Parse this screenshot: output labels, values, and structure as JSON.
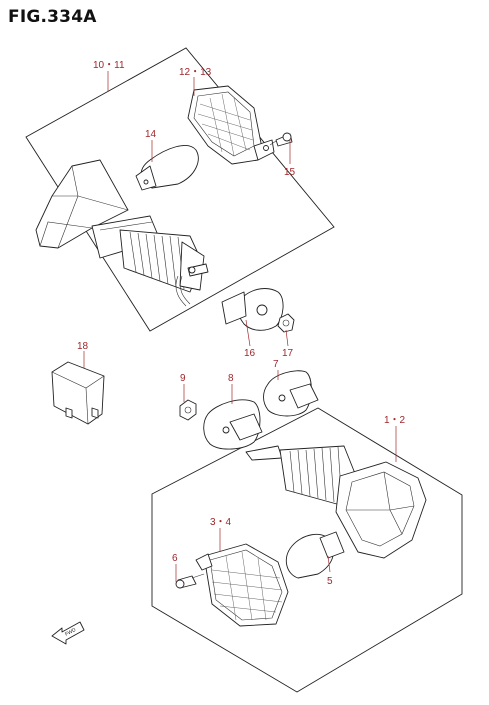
{
  "figure": {
    "title": "FIG.334A"
  },
  "colors": {
    "callout": "#a0272c",
    "line": "#222222",
    "background": "#ffffff"
  },
  "callouts": [
    {
      "id": "c-10-11",
      "text": "10・11"
    },
    {
      "id": "c-12-13",
      "text": "12・13"
    },
    {
      "id": "c-14",
      "text": "14"
    },
    {
      "id": "c-15",
      "text": "15"
    },
    {
      "id": "c-16",
      "text": "16"
    },
    {
      "id": "c-17",
      "text": "17"
    },
    {
      "id": "c-18",
      "text": "18"
    },
    {
      "id": "c-9",
      "text": "9"
    },
    {
      "id": "c-8",
      "text": "8"
    },
    {
      "id": "c-7",
      "text": "7"
    },
    {
      "id": "c-1-2",
      "text": "1・2"
    },
    {
      "id": "c-3-4",
      "text": "3・4"
    },
    {
      "id": "c-6",
      "text": "6"
    },
    {
      "id": "c-5",
      "text": "5"
    }
  ],
  "front_indicator": {
    "icon": "front-arrow-icon",
    "text": "FWD"
  }
}
